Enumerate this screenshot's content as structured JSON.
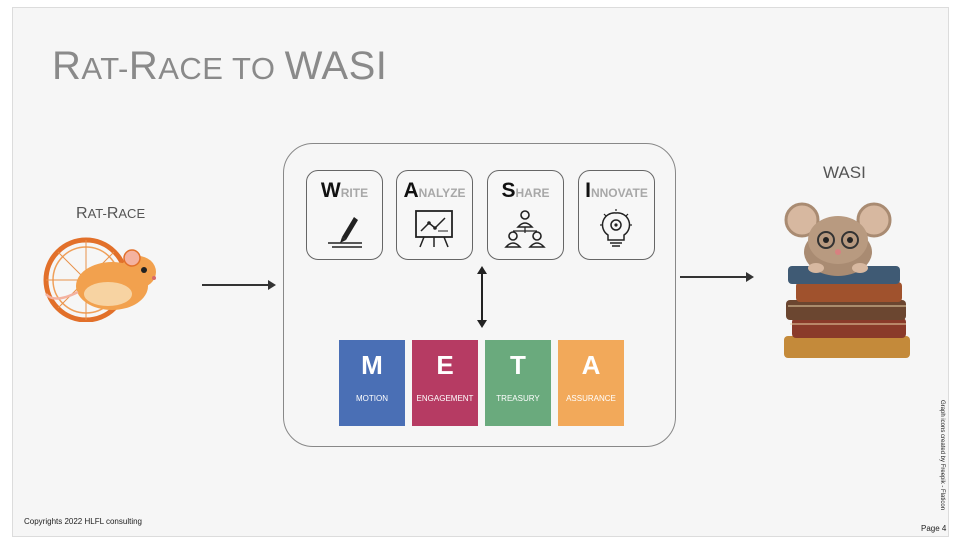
{
  "title": {
    "part1_big": "R",
    "part1_sc": "AT-",
    "part2_big": "R",
    "part2_sc": "ACE TO ",
    "part3": "WASI"
  },
  "left": {
    "label_big1": "R",
    "label_sc1": "AT-",
    "label_big2": "R",
    "label_sc2": "ACE",
    "image_icon": "hamster-in-wheel-image"
  },
  "right": {
    "label": "WASI",
    "image_icon": "mouse-on-books-image"
  },
  "cards": [
    {
      "cap": "W",
      "rest": "RITE",
      "icon": "pencil-icon"
    },
    {
      "cap": "A",
      "rest": "NALYZE",
      "icon": "presentation-board-icon"
    },
    {
      "cap": "S",
      "rest": "HARE",
      "icon": "people-network-icon"
    },
    {
      "cap": "I",
      "rest": "NNOVATE",
      "icon": "lightbulb-gear-icon"
    }
  ],
  "meta": [
    {
      "letter": "M",
      "word": "MOTION",
      "color": "#4a6fb5"
    },
    {
      "letter": "E",
      "word": "ENGAGEMENT",
      "color": "#b63b63"
    },
    {
      "letter": "T",
      "word": "TREASURY",
      "color": "#6aaa7d"
    },
    {
      "letter": "A",
      "word": "ASSURANCE",
      "color": "#f2a95a"
    }
  ],
  "footer": {
    "copyright": "Copyrights 2022 HLFL consulting",
    "credit": "Graph icons created by Freepik - Flaticon",
    "page_label": "Page 4"
  }
}
